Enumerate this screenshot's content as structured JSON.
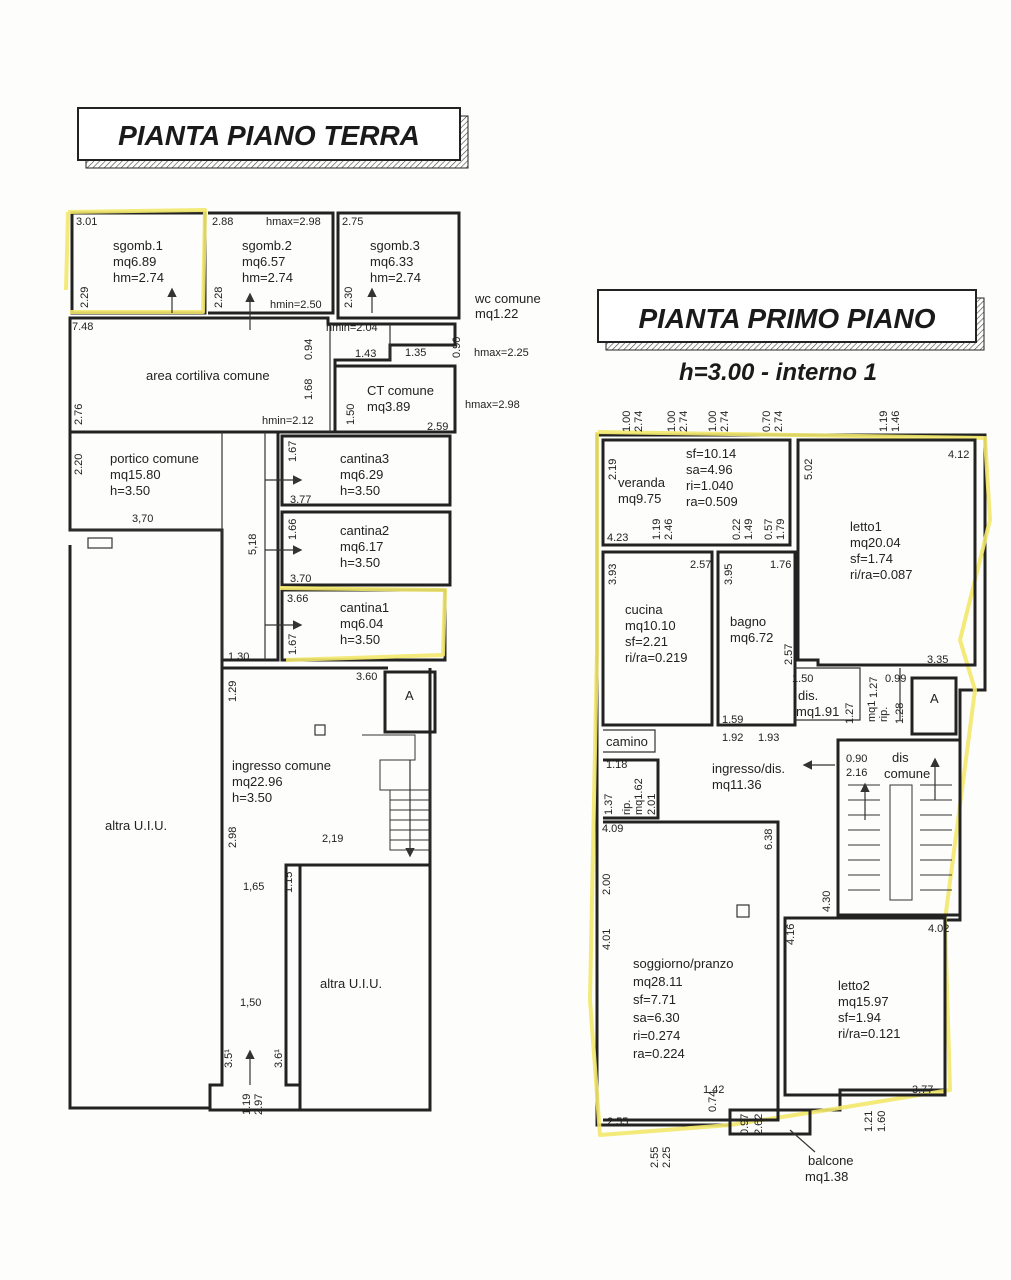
{
  "ground": {
    "title": "PIANTA PIANO TERRA",
    "rooms": {
      "sgomb1": [
        "sgomb.1",
        "mq6.89",
        "hm=2.74"
      ],
      "sgomb2": [
        "sgomb.2",
        "mq6.57",
        "hm=2.74"
      ],
      "sgomb3": [
        "sgomb.3",
        "mq6.33",
        "hm=2.74"
      ],
      "wc": [
        "wc comune",
        "mq1.22"
      ],
      "area": [
        "area cortiliva comune"
      ],
      "ct": [
        "CT comune",
        "mq3.89"
      ],
      "portico": [
        "portico comune",
        "mq15.80",
        "h=3.50"
      ],
      "cantina3": [
        "cantina3",
        "mq6.29",
        "h=3.50"
      ],
      "cantina2": [
        "cantina2",
        "mq6.17",
        "h=3.50"
      ],
      "cantina1": [
        "cantina1",
        "mq6.04",
        "h=3.50"
      ],
      "ingresso": [
        "ingresso comune",
        "mq22.96",
        "h=3.50"
      ],
      "altra_left": [
        "altra U.I.U."
      ],
      "altra_right": [
        "altra U.I.U."
      ],
      "lift": "A"
    },
    "dims": {
      "d301": "3.01",
      "d288": "2.88",
      "hmax298a": "hmax=2.98",
      "d275": "2.75",
      "d229": "2.29",
      "d228": "2.28",
      "d230": "2.30",
      "hmin250": "hmin=2.50",
      "hmin204": "hmin=2.04",
      "d748": "7.48",
      "d094": "0.94",
      "d090": "0.90",
      "d143": "1.43",
      "d135": "1.35",
      "hmax225": "hmax=2.25",
      "d168": "1.68",
      "d150": "1.50",
      "hmax298b": "hmax=2.98",
      "hmin212": "hmin=2.12",
      "d259": "2.59",
      "d276": "2.76",
      "d220": "2.20",
      "d370": "3,70",
      "d167a": "1.67",
      "d377": "3.77",
      "d518": "5,18",
      "d166": "1.66",
      "d370b": "3.70",
      "d366": "3.66",
      "d167b": "1.67",
      "d130": "1.30",
      "d360": "3.60",
      "d129": "1.29",
      "d298": "2.98",
      "d219": "2,19",
      "d165": "1,65",
      "d115": "1.15",
      "d150b": "1,50",
      "d351": "3.5¹",
      "d361": "3.6¹",
      "d119": "1.19",
      "d297": "2.97"
    }
  },
  "first": {
    "title": "PIANTA PRIMO PIANO",
    "subtitle": "h=3.00 - interno 1",
    "rooms": {
      "veranda": [
        "veranda",
        "mq9.75"
      ],
      "veranda_info": [
        "sf=10.14",
        "sa=4.96",
        "ri=1.040",
        "ra=0.509"
      ],
      "letto1": [
        "letto1",
        "mq20.04",
        "sf=1.74",
        "ri/ra=0.087"
      ],
      "cucina": [
        "cucina",
        "mq10.10",
        "sf=2.21",
        "ri/ra=0.219"
      ],
      "bagno": [
        "bagno",
        "mq6.72"
      ],
      "dis1": [
        "dis.",
        "mq1.91"
      ],
      "rip1": [
        "mq1",
        "rip."
      ],
      "camino": "camino",
      "rip2": [
        "rip.",
        "mq1.62"
      ],
      "ingresso": [
        "ingresso/dis.",
        "mq11.36"
      ],
      "dis_comune": [
        "dis",
        "comune"
      ],
      "soggiorno": [
        "soggiorno/pranzo",
        "mq28.11",
        "sf=7.71",
        "sa=6.30",
        "ri=0.274",
        "ra=0.224"
      ],
      "letto2": [
        "letto2",
        "mq15.97",
        "sf=1.94",
        "ri/ra=0.121"
      ],
      "balcone": [
        "balcone",
        "mq1.38"
      ],
      "lift": "A"
    },
    "dims": {
      "t100a": "1.00",
      "t274a": "2.74",
      "t100b": "1.00",
      "t274b": "2.74",
      "t100c": "1.00",
      "t274c": "2.74",
      "t070": "0.70",
      "t274d": "2.74",
      "t119": "1.19",
      "t146": "1.46",
      "d219": "2.19",
      "d502": "5.02",
      "d412": "4.12",
      "d423": "4.23",
      "d119b": "1.19",
      "d246": "2.46",
      "d022": "0.22",
      "d149": "1.49",
      "d057": "0.57",
      "d179": "1.79",
      "d393": "3.93",
      "d257a": "2.57",
      "d395": "3.95",
      "d176": "1.76",
      "d257b": "2.57",
      "d150": "1.50",
      "d335": "3.35",
      "d127a": "1.27",
      "d099": "0.99",
      "d127b": "1.27",
      "d128": "1.28",
      "d159": "1.59",
      "d192": "1.92",
      "d193": "1.93",
      "d118": "1.18",
      "d090": "0.90",
      "d216": "2.16",
      "d137": "1.37",
      "d201": "2.01",
      "d409": "4.09",
      "d638": "6.38",
      "d200": "2.00",
      "d401": "4.01",
      "d416": "4.16",
      "d430": "4.30",
      "d402": "4.02",
      "d142": "1.42",
      "d377": "3.77",
      "d255a": "2.55",
      "d074": "0.74",
      "d097": "0.97",
      "d262": "2.62",
      "d121": "1.21",
      "d160": "1.60",
      "d255b": "2.55",
      "d225": "2.25"
    }
  }
}
